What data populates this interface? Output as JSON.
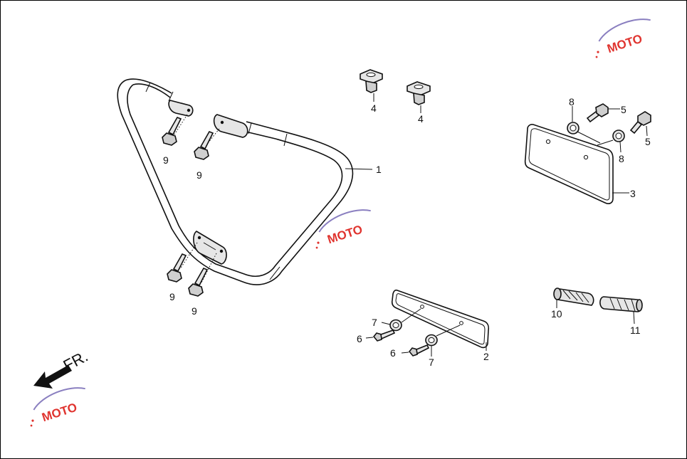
{
  "diagram": {
    "direction_label": "FR.",
    "callouts": {
      "c1": "1",
      "c2": "2",
      "c3": "3",
      "c4a": "4",
      "c4b": "4",
      "c5a": "5",
      "c5b": "5",
      "c6a": "6",
      "c6b": "6",
      "c7a": "7",
      "c7b": "7",
      "c8a": "8",
      "c8b": "8",
      "c9a": "9",
      "c9b": "9",
      "c9c": "9",
      "c9d": "9",
      "c10": "10",
      "c11": "11"
    }
  },
  "watermark": {
    "text": "MOTO",
    "colors": {
      "primary": "#e0342f",
      "secondary": "#8a7fc0"
    }
  }
}
